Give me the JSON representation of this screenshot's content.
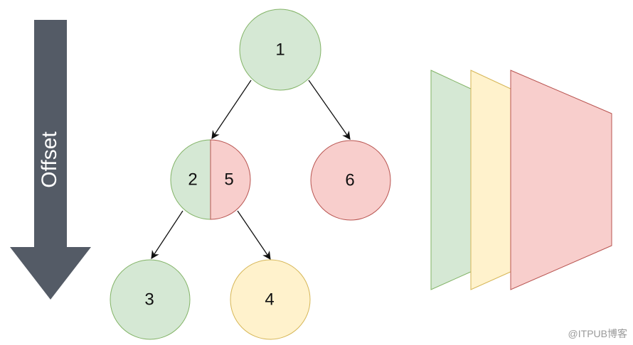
{
  "colors": {
    "green": "#d5e8d4",
    "green_stroke": "#82b366",
    "red": "#f8cecc",
    "red_stroke": "#b85450",
    "yellow": "#fff2cc",
    "yellow_stroke": "#d6b656",
    "arrow_body": "#545b66"
  },
  "offset_arrow": {
    "label": "Offset"
  },
  "nodes": [
    {
      "id": "1",
      "label": "1"
    },
    {
      "id": "2",
      "label": "2"
    },
    {
      "id": "5",
      "label": "5"
    },
    {
      "id": "6",
      "label": "6"
    },
    {
      "id": "3",
      "label": "3"
    },
    {
      "id": "4",
      "label": "4"
    }
  ],
  "edges": [
    {
      "from": "1",
      "to": "2"
    },
    {
      "from": "1",
      "to": "6"
    },
    {
      "from": "2",
      "to": "3"
    },
    {
      "from": "5",
      "to": "4"
    }
  ],
  "layers": [
    {
      "name": "green-layer",
      "color": "green"
    },
    {
      "name": "yellow-layer",
      "color": "yellow"
    },
    {
      "name": "red-layer",
      "color": "red"
    }
  ],
  "watermark": "@ITPUB博客"
}
